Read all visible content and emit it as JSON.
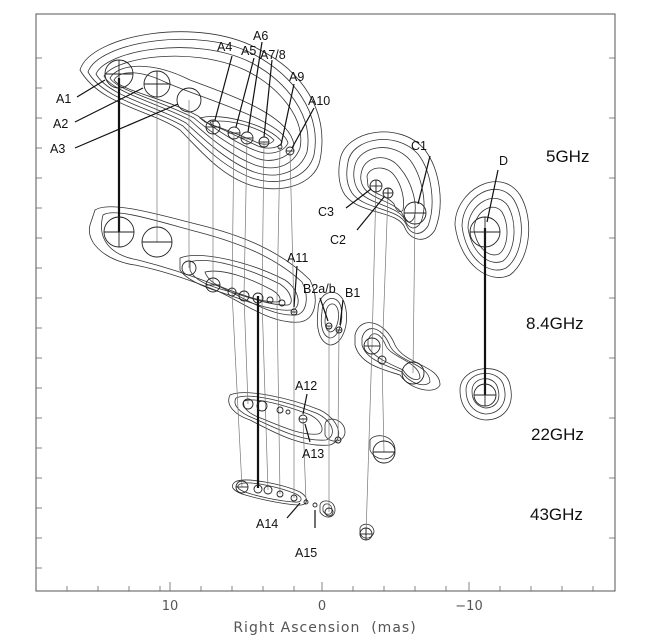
{
  "axis": {
    "xlabel": "Right Ascension  (mas)",
    "xticks": [
      "10",
      "0",
      "−10"
    ]
  },
  "bands": [
    "5GHz",
    "8.4GHz",
    "22GHz",
    "43GHz"
  ],
  "labels": {
    "A1": "A1",
    "A2": "A2",
    "A3": "A3",
    "A4": "A4",
    "A5": "A5",
    "A6": "A6",
    "A78": "A7/8",
    "A9": "A9",
    "A10": "A10",
    "A11": "A11",
    "A12": "A12",
    "A13": "A13",
    "A14": "A14",
    "A15": "A15",
    "B1": "B1",
    "B2ab": "B2a/b",
    "C1": "C1",
    "C2": "C2",
    "C3": "C3",
    "D": "D"
  }
}
